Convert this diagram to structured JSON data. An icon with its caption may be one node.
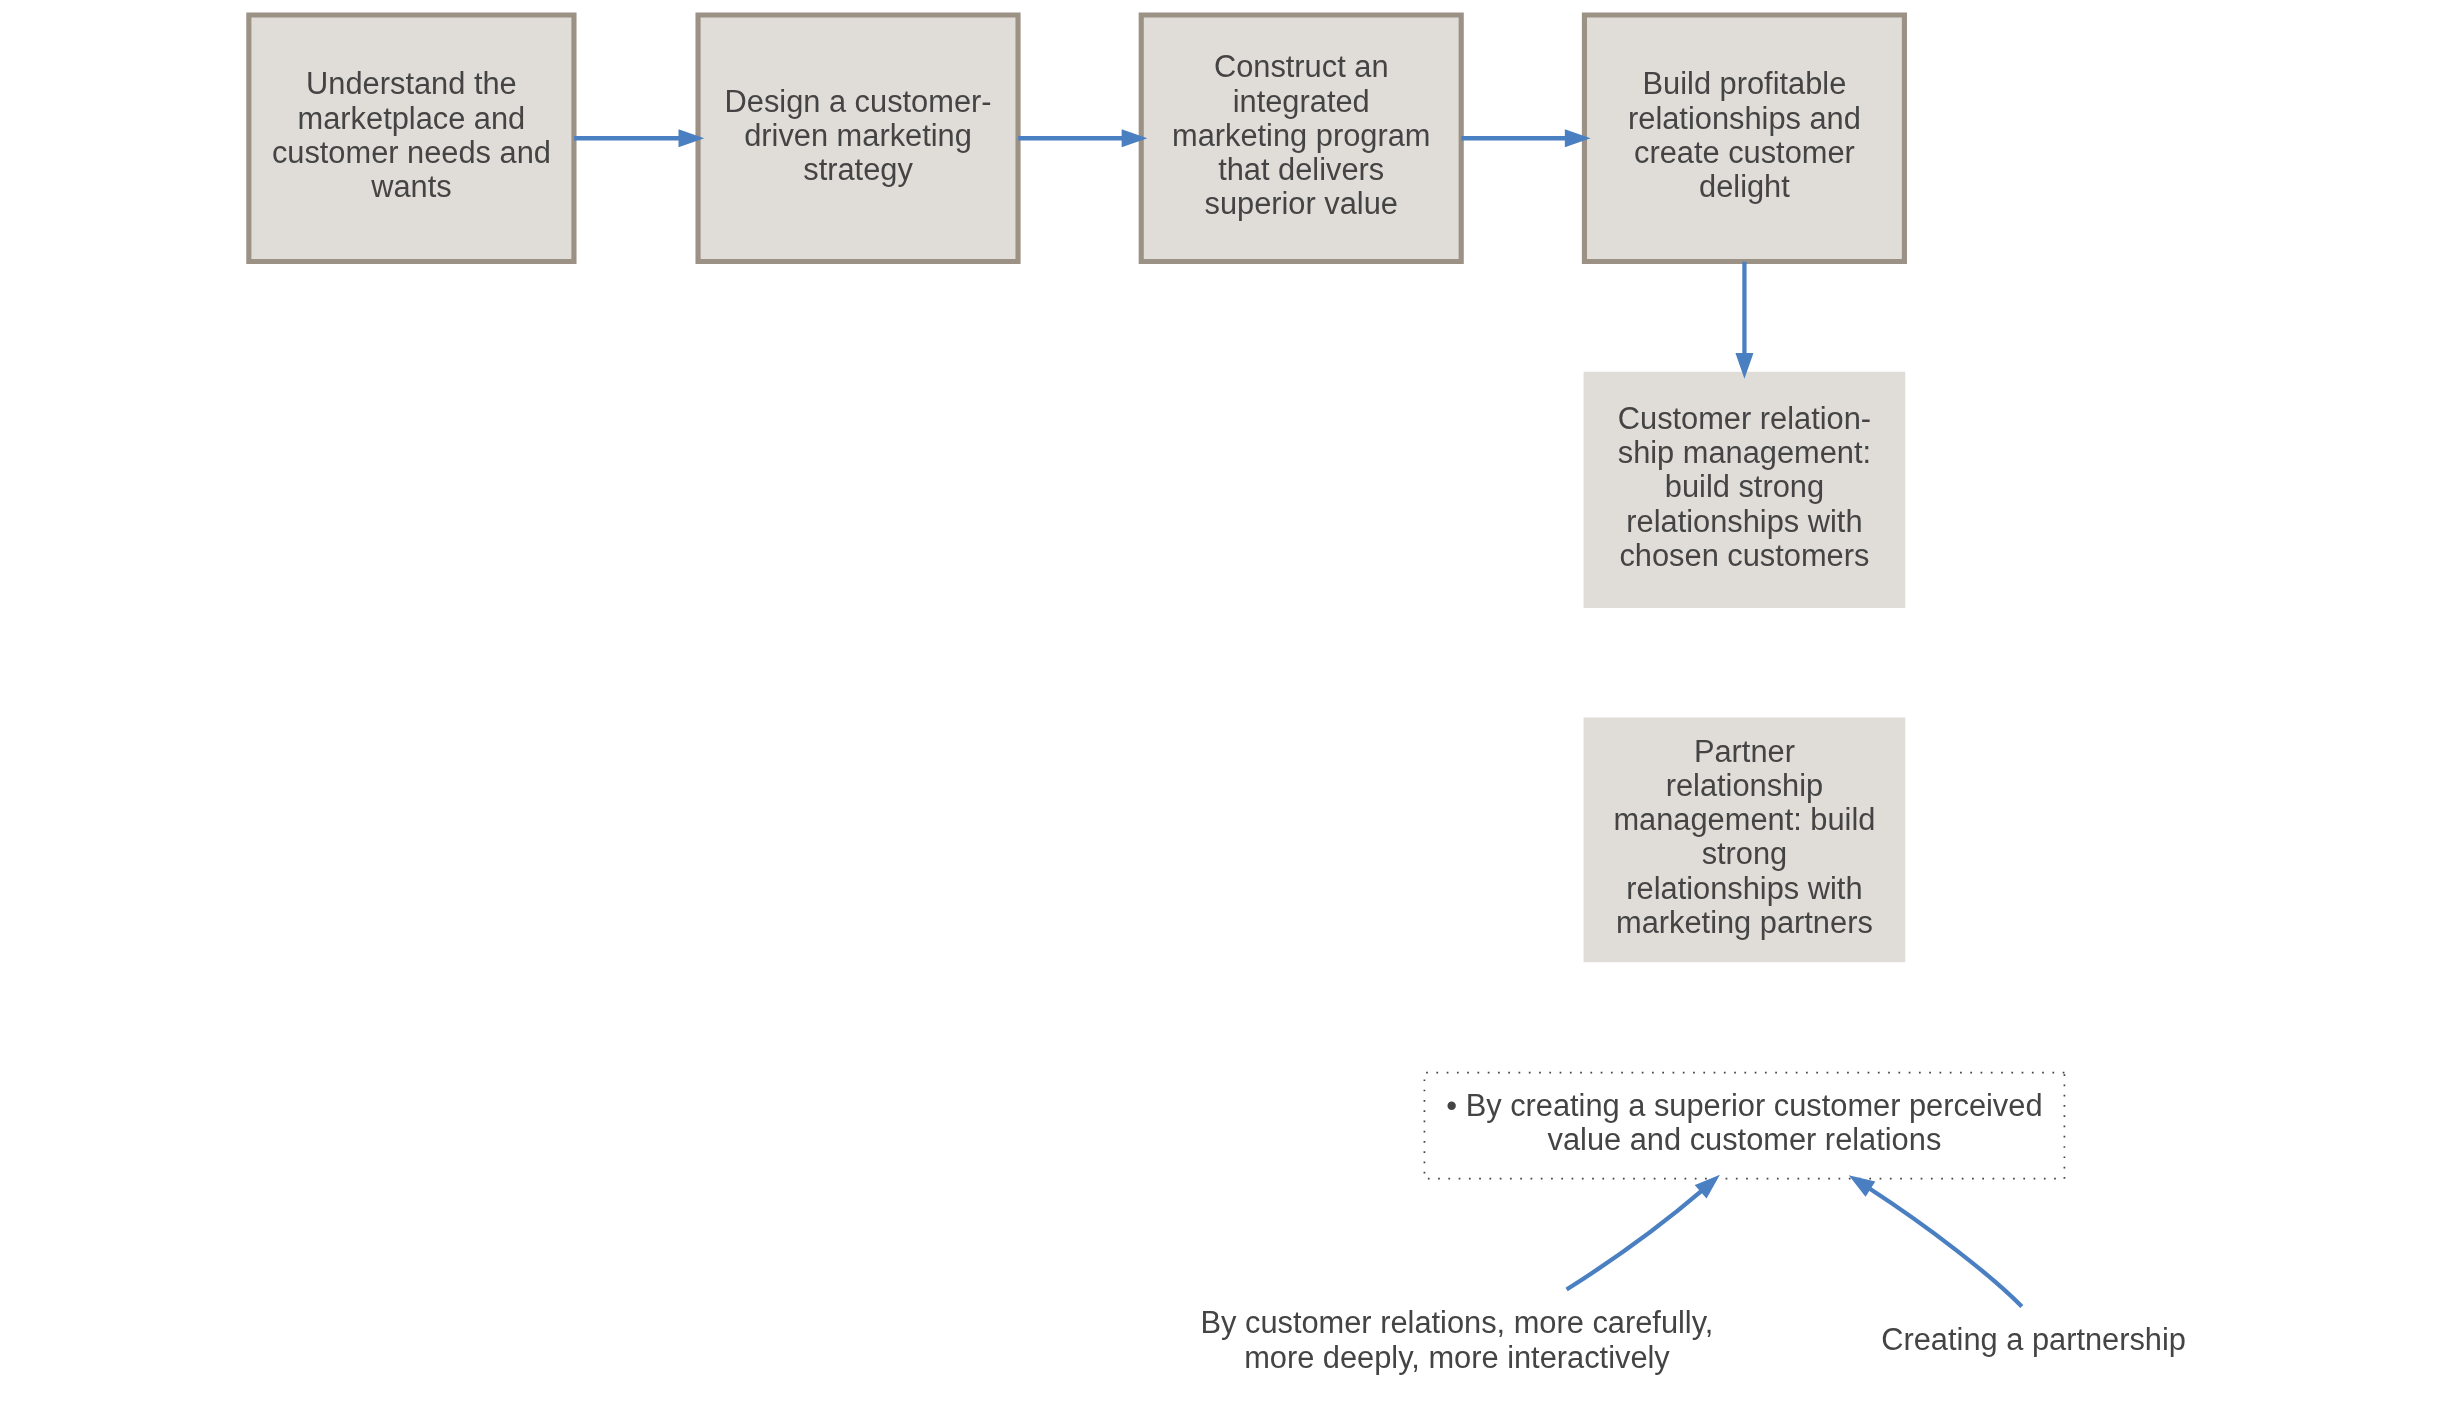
{
  "diagram": {
    "nodes": [
      {
        "text": [
          "Understand the marketplace and customer needs and wants"
        ]
      },
      {
        "text": [
          "Design a customer-driven marketing strategy"
        ]
      },
      {
        "text": [
          "Construct an integrated marketing program that delivers superior value"
        ]
      },
      {
        "text": [
          "Build profitable relationships and create customer delight"
        ]
      },
      {
        "text": [
          "Customer relation-ship management: build strong relationships with chosen customers"
        ]
      },
      {
        "text": [
          "Partner relationship management: build strong relationships with marketing partners"
        ]
      },
      {
        "text": [
          "• By creating a superior customer perceived value and customer relations"
        ]
      },
      {
        "text": [
          "By customer relations, more carefully, more deeply, more interactively"
        ]
      },
      {
        "text": [
          "Creating a partnership"
        ]
      }
    ],
    "edges": [
      {
        "from": 0,
        "to": 1,
        "arrow": "to"
      },
      {
        "from": 1,
        "to": 2,
        "arrow": "to"
      },
      {
        "from": 2,
        "to": 3,
        "arrow": "to"
      },
      {
        "from": 3,
        "to": 4,
        "arrow": "to"
      },
      {
        "from": 7,
        "to": 6,
        "arrow": "to"
      },
      {
        "from": 8,
        "to": 6,
        "arrow": "to"
      }
    ]
  }
}
